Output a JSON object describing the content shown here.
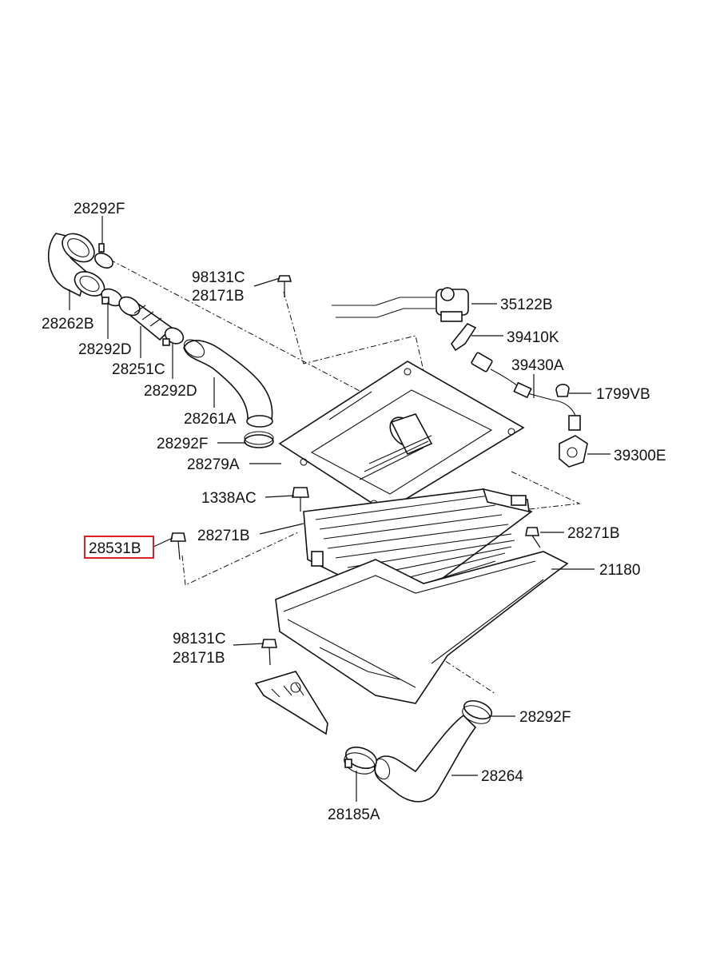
{
  "labels": {
    "p28292F_top": "28292F",
    "p28262B": "28262B",
    "p28292D_a": "28292D",
    "p28251C": "28251C",
    "p28292D_b": "28292D",
    "p28261A": "28261A",
    "p28292F_mid": "28292F",
    "p28279A": "28279A",
    "p98131C_top": "98131C",
    "p28171B_top": "28171B",
    "p35122B": "35122B",
    "p39410K": "39410K",
    "p39430A": "39430A",
    "p1799VB": "1799VB",
    "p39300E": "39300E",
    "p1338AC": "1338AC",
    "p28271B_left": "28271B",
    "p28531B": "28531B",
    "p28271B_right": "28271B",
    "p21180": "21180",
    "p98131C_bot": "98131C",
    "p28171B_bot": "28171B",
    "p28292F_bot": "28292F",
    "p28264": "28264",
    "p28185A": "28185A"
  },
  "highlighted_part": "28531B",
  "colors": {
    "highlight": "#e02020",
    "line": "#111111"
  }
}
